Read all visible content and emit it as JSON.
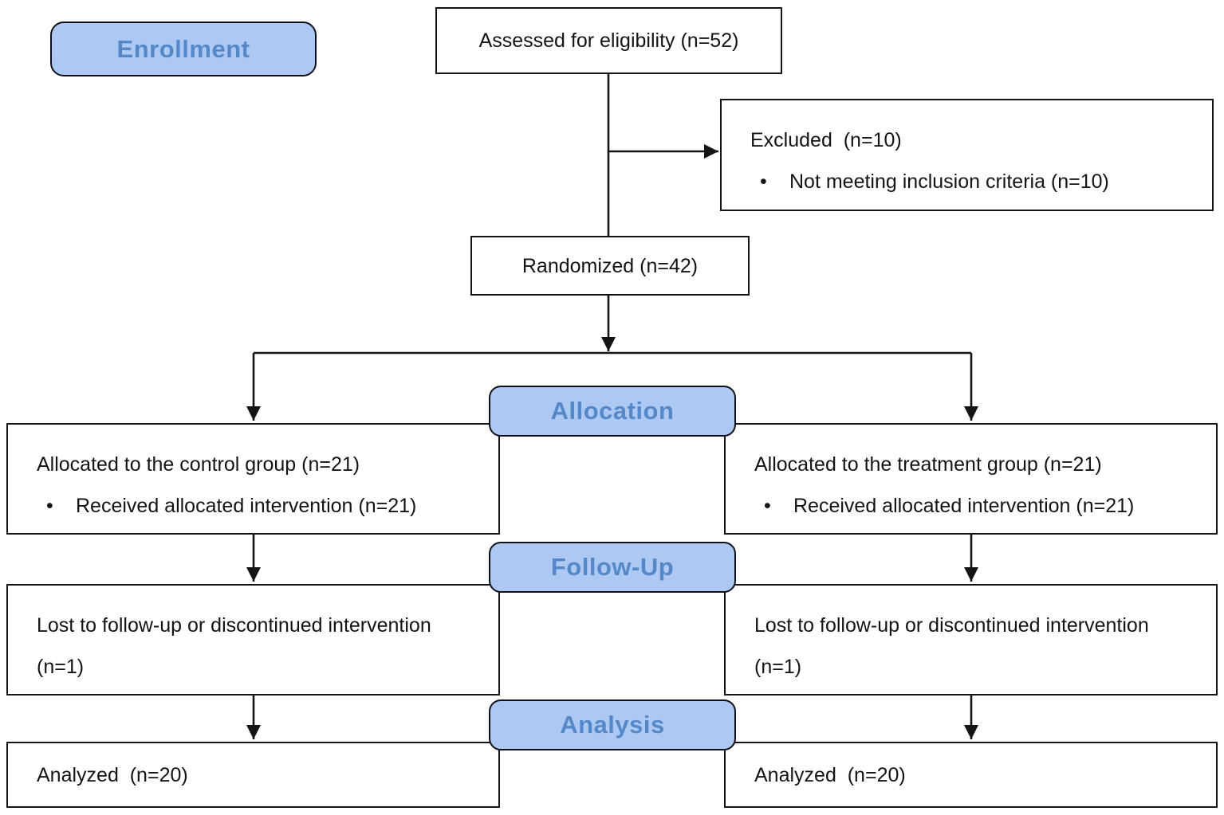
{
  "stages": {
    "enrollment": "Enrollment",
    "allocation": "Allocation",
    "follow_up": "Follow-Up",
    "analysis": "Analysis"
  },
  "bullet_char": "•",
  "boxes": {
    "assessed": {
      "text": "Assessed for eligibility (n=52)"
    },
    "excluded": {
      "title": "Excluded  (n=10)",
      "bullet": "Not meeting inclusion criteria (n=10)"
    },
    "randomized": {
      "text": "Randomized (n=42)"
    },
    "allocated_control": {
      "title": "Allocated to the control group (n=21)",
      "bullet": "Received allocated intervention (n=21)"
    },
    "allocated_treatment": {
      "title": "Allocated to the treatment group (n=21)",
      "bullet": "Received allocated intervention (n=21)"
    },
    "followup_control": {
      "line1": "Lost to follow-up or discontinued intervention",
      "line2": "(n=1)"
    },
    "followup_treatment": {
      "line1": "Lost to follow-up or discontinued intervention",
      "line2": "(n=1)"
    },
    "analyzed_control": {
      "text": "Analyzed  (n=20)"
    },
    "analyzed_treatment": {
      "text": "Analyzed  (n=20)"
    }
  },
  "colors": {
    "stage_fill": "#ADC9F3",
    "stage_text": "#5588C8",
    "line_color": "#141414",
    "box_bg": "#FFFFFF"
  }
}
